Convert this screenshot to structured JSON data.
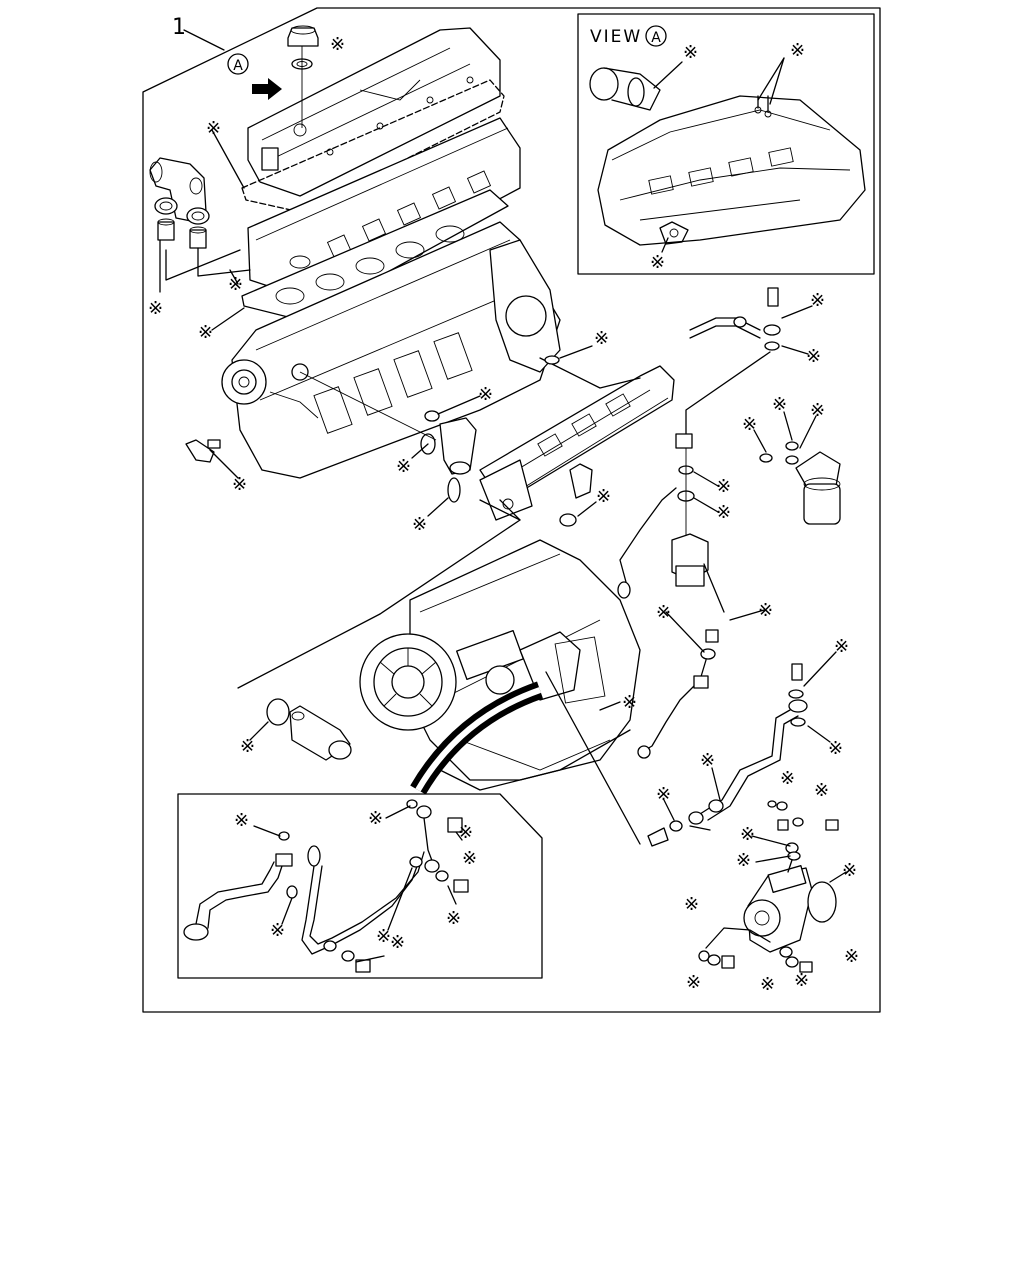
{
  "diagram": {
    "callout_number": "1",
    "view_ref_letter": "A",
    "view_label": "VIEW",
    "view_letter": "A",
    "marker": "※"
  }
}
